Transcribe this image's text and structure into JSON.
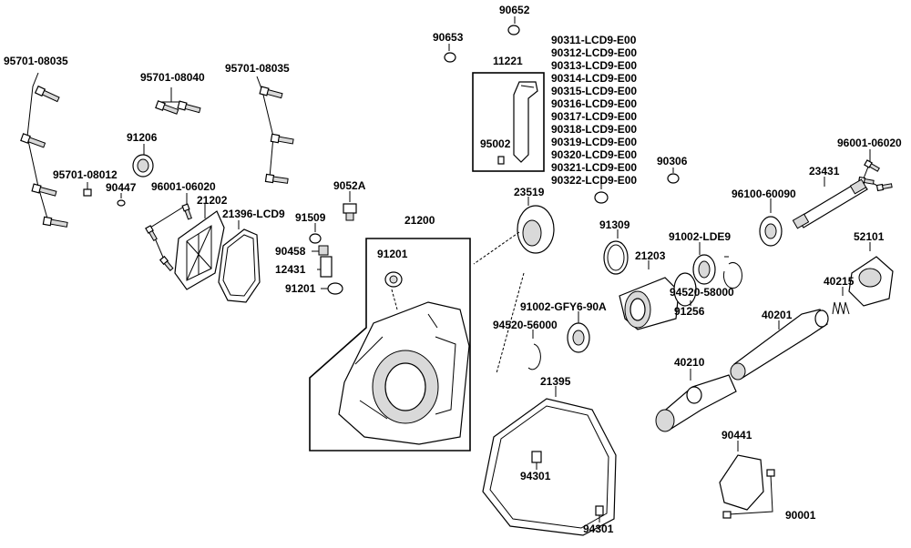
{
  "labels": {
    "p95701_08035_left": "95701-08035",
    "p95701_08040": "95701-08040",
    "p95701_08035_right": "95701-08035",
    "p91206": "91206",
    "p95701_08012": "95701-08012",
    "p90447": "90447",
    "p96001_06020_left": "96001-06020",
    "p21202": "21202",
    "p21396": "21396-LCD9",
    "p9052A": "9052A",
    "p91509": "91509",
    "p90458": "90458",
    "p12431": "12431",
    "p91201_left": "91201",
    "p21200": "21200",
    "p91201_box": "91201",
    "p90653": "90653",
    "p90652": "90652",
    "p11221": "11221",
    "p95002": "95002",
    "p23519": "23519",
    "p91309": "91309",
    "p21203": "21203",
    "p91002_LDE9": "91002-LDE9",
    "p94520_58000": "94520-58000",
    "p91256": "91256",
    "p91002_GFY6": "91002-GFY6-90A",
    "p94520_56000": "94520-56000",
    "p21395": "21395",
    "p94301_a": "94301",
    "p94301_b": "94301",
    "p90306": "90306",
    "p96001_06020_right": "96001-06020",
    "p23431": "23431",
    "p96100": "96100-60090",
    "p52101": "52101",
    "p40215": "40215",
    "p40201": "40201",
    "p40210": "40210",
    "p90441": "90441",
    "p90001": "90001"
  },
  "washer_list": [
    "90311-LCD9-E00",
    "90312-LCD9-E00",
    "90313-LCD9-E00",
    "90314-LCD9-E00",
    "90315-LCD9-E00",
    "90316-LCD9-E00",
    "90317-LCD9-E00",
    "90318-LCD9-E00",
    "90319-LCD9-E00",
    "90320-LCD9-E00",
    "90321-LCD9-E00",
    "90322-LCD9-E00"
  ]
}
